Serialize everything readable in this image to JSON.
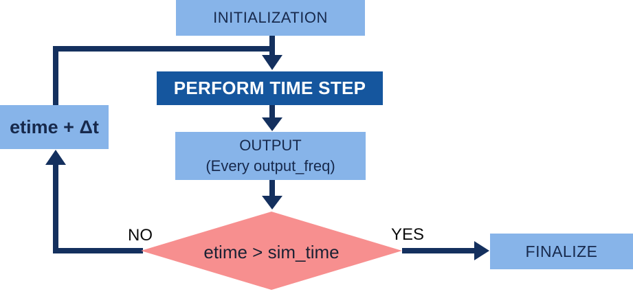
{
  "diagram": {
    "type": "flowchart",
    "colors": {
      "node_fill": "#87B4E9",
      "accent_fill": "#15569E",
      "connector": "#14305E",
      "decision_fill": "#F78F8F",
      "node_text": "#17294C",
      "accent_text": "#FFFFFF",
      "label_text": "#0B0B0B"
    },
    "nodes": {
      "initialization": {
        "label": "INITIALIZATION"
      },
      "perform_time_step": {
        "label": "PERFORM TIME STEP"
      },
      "output": {
        "label": "OUTPUT",
        "sublabel": "(Every output_freq)"
      },
      "etime_increment": {
        "label": "etime + Δt"
      },
      "decision": {
        "label": "etime > sim_time"
      },
      "finalize": {
        "label": "FINALIZE"
      }
    },
    "edge_labels": {
      "no": "NO",
      "yes": "YES"
    }
  }
}
